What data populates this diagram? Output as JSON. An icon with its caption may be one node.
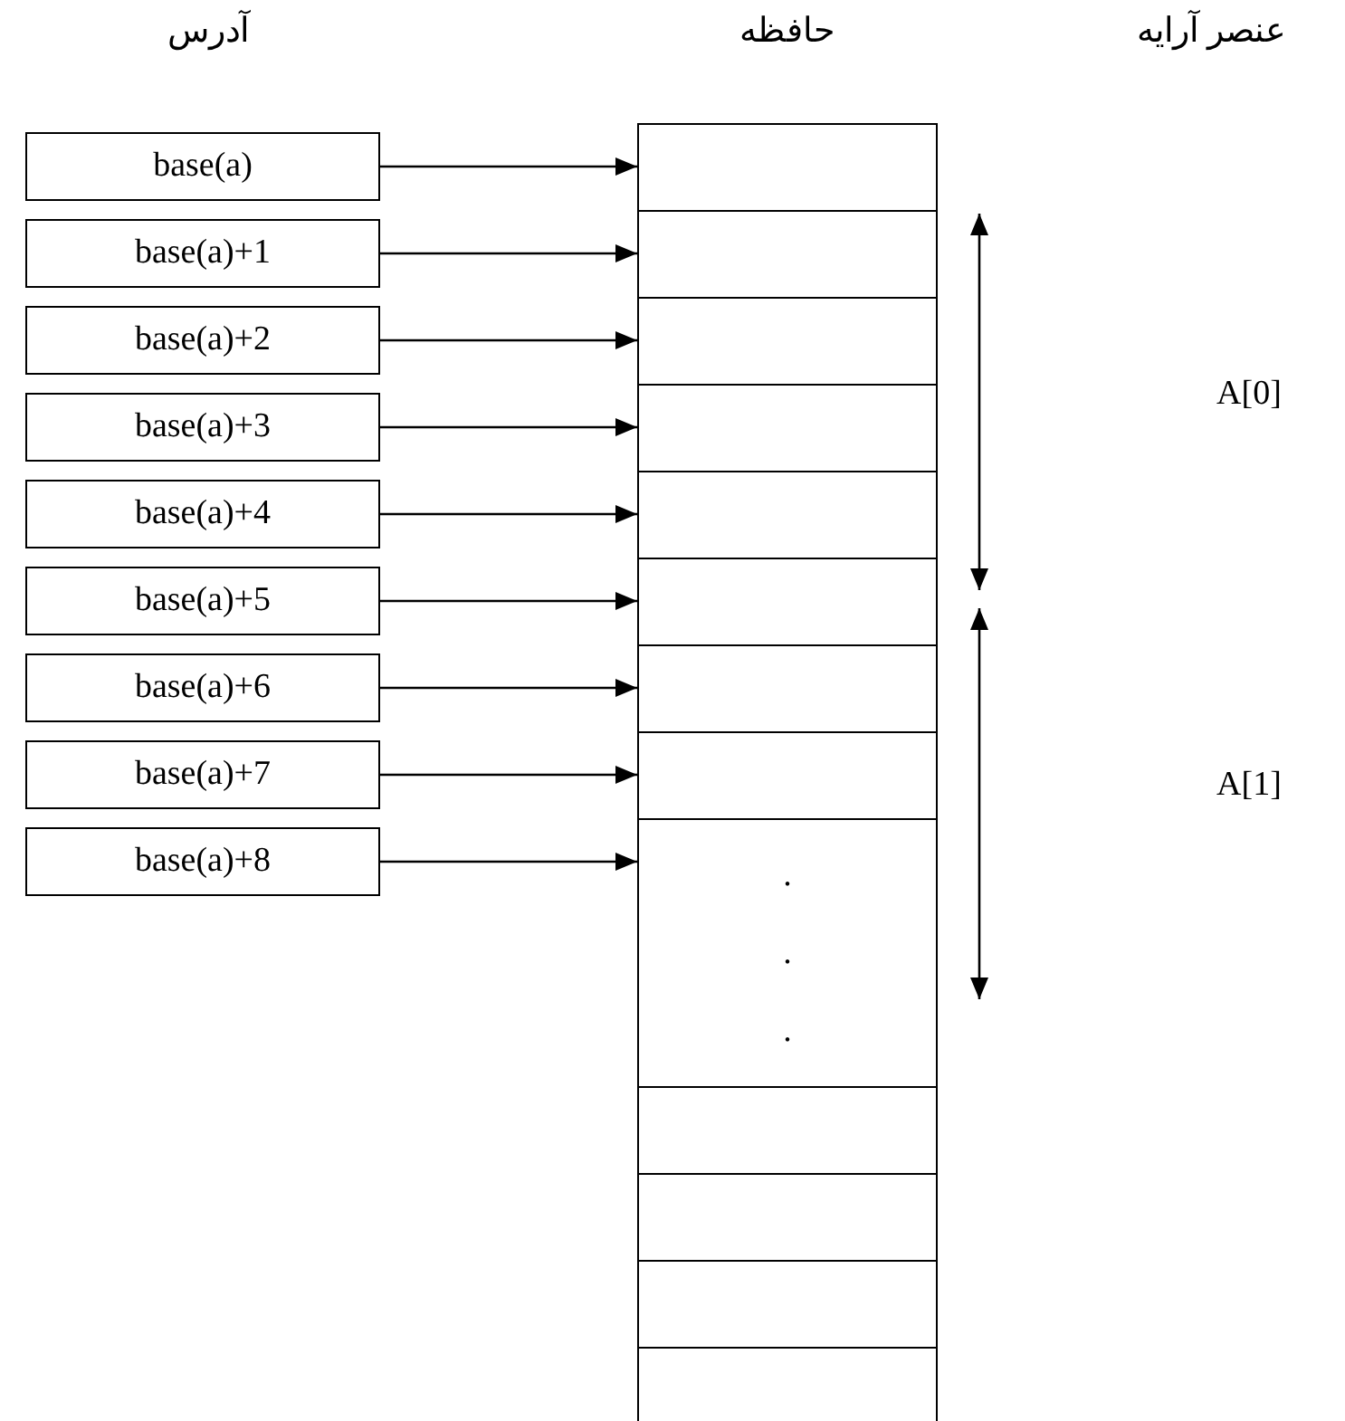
{
  "diagram": {
    "nodes": [
      {
        "text": [
          "base(a)"
        ]
      },
      {
        "text": [
          "base(a)+1"
        ]
      },
      {
        "text": [
          "base(a)+2"
        ]
      },
      {
        "text": [
          "base(a)+3"
        ]
      },
      {
        "text": [
          "base(a)+4"
        ]
      },
      {
        "text": [
          "base(a)+5"
        ]
      },
      {
        "text": [
          "base(a)+6"
        ]
      },
      {
        "text": [
          "base(a)+7"
        ]
      },
      {
        "text": [
          "base(a)+8"
        ]
      },
      {
        "text": [],
        "shape": "box"
      },
      {
        "text": [],
        "shape": "box",
        "in": 9
      },
      {
        "text": [],
        "shape": "box",
        "in": 9
      },
      {
        "text": [],
        "shape": "box",
        "in": 9
      },
      {
        "text": [],
        "shape": "box",
        "in": 9
      },
      {
        "text": [],
        "shape": "box",
        "in": 9
      },
      {
        "text": [],
        "shape": "box",
        "in": 9
      },
      {
        "text": [],
        "shape": "box",
        "in": 9
      },
      {
        "text": [],
        "shape": "box",
        "in": 9
      },
      {
        "text": [
          ".",
          ".",
          "."
        ],
        "in": 9
      },
      {
        "text": [],
        "shape": "box",
        "in": 9
      },
      {
        "text": [],
        "shape": "box",
        "in": 9
      },
      {
        "text": [],
        "shape": "box",
        "in": 9
      },
      {
        "text": [],
        "shape": "box",
        "in": 9
      }
    ],
    "edges": [
      {
        "from": 0,
        "to": 10,
        "arrow": "to"
      },
      {
        "from": 1,
        "to": 11,
        "arrow": "to"
      },
      {
        "from": 2,
        "to": 12,
        "arrow": "to"
      },
      {
        "from": 3,
        "to": 13,
        "arrow": "to"
      },
      {
        "from": 4,
        "to": 14,
        "arrow": "to"
      },
      {
        "from": 5,
        "to": 15,
        "arrow": "to"
      },
      {
        "from": 6,
        "to": 16,
        "arrow": "to"
      },
      {
        "from": 7,
        "to": 17,
        "arrow": "to"
      },
      {
        "from": 8,
        "to": 18,
        "arrow": "to"
      }
    ],
    "labels": [
      "آدرس",
      "حافظه",
      "عنصر آرایه",
      "A[0]",
      "A[1]"
    ]
  }
}
